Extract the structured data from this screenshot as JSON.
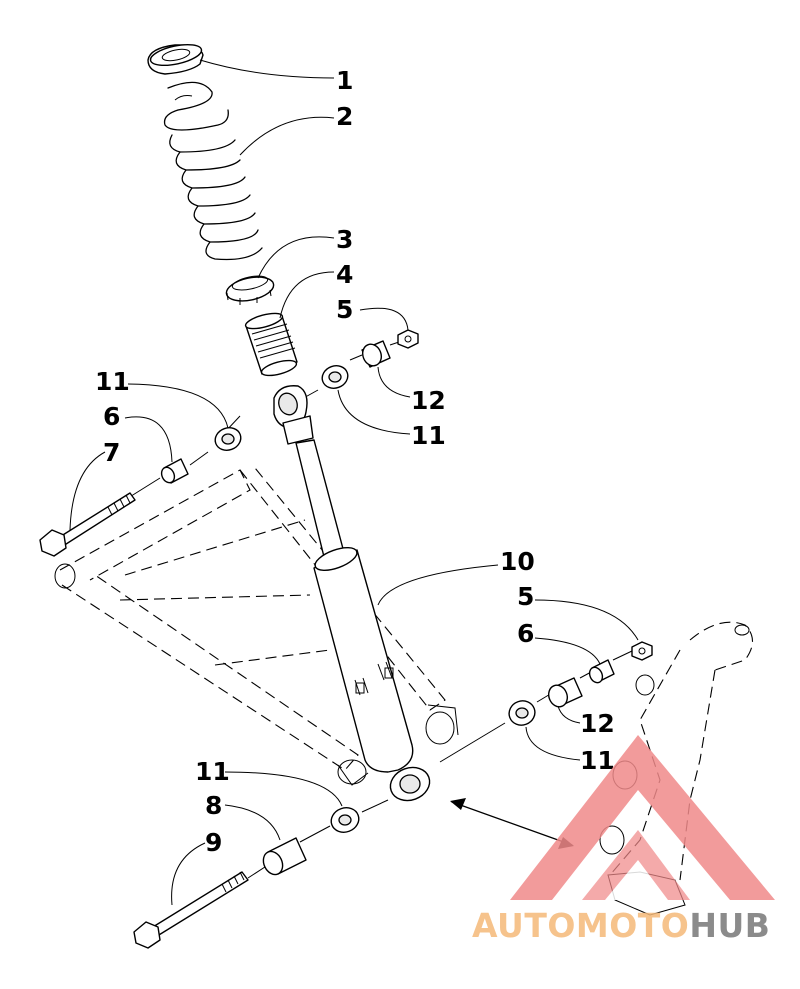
{
  "callouts": {
    "c1": "1",
    "c2": "2",
    "c3": "3",
    "c4": "4",
    "c5a": "5",
    "c12a": "12",
    "c11a": "11",
    "c11b": "11",
    "c6a": "6",
    "c7": "7",
    "c10": "10",
    "c5b": "5",
    "c6b": "6",
    "c12b": "12",
    "c11c": "11",
    "c11d": "11",
    "c8": "8",
    "c9": "9"
  },
  "watermark": {
    "part1": "AUTOMOTO",
    "part2": "HUB",
    "color_primary": "#f08a8a",
    "color_accent": "#f5b979",
    "color_secondary": "#777777"
  }
}
